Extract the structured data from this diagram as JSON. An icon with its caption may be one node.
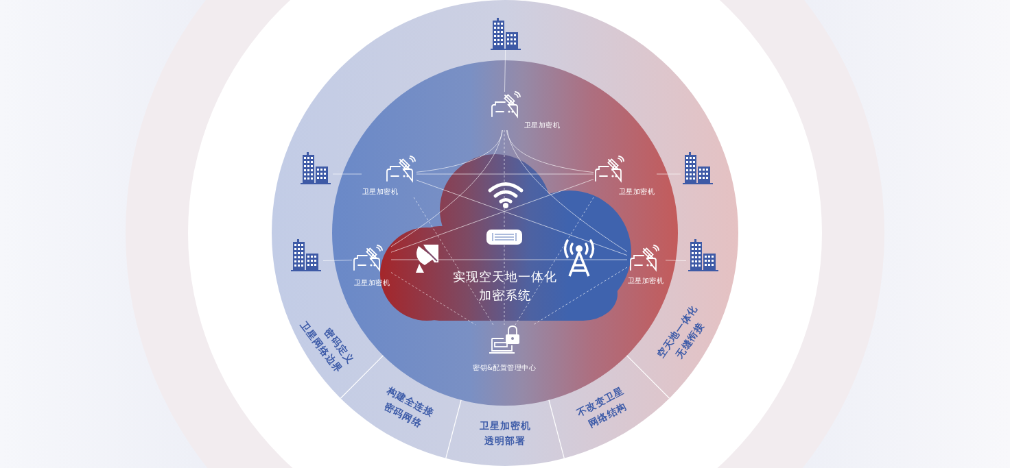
{
  "diagram": {
    "nodes": [
      {
        "text": [
          "卫星加密机"
        ]
      },
      {
        "text": [
          "卫星加密机"
        ]
      },
      {
        "text": [
          "卫星加密机"
        ]
      },
      {
        "text": [
          "卫星加密机"
        ]
      },
      {
        "text": [
          "卫星加密机"
        ]
      },
      {
        "text": [
          "密钥&配置管理中心"
        ]
      },
      {
        "text": [],
        "shape": "building"
      },
      {
        "text": [],
        "shape": "building"
      },
      {
        "text": [],
        "shape": "building"
      },
      {
        "text": [],
        "shape": "building"
      },
      {
        "text": [],
        "shape": "building"
      }
    ],
    "edges": [
      {
        "from": 0,
        "to": 1,
        "arrow": "none"
      },
      {
        "from": 0,
        "to": 2,
        "arrow": "none"
      },
      {
        "from": 0,
        "to": 3,
        "arrow": "none"
      },
      {
        "from": 0,
        "to": 4,
        "arrow": "none"
      },
      {
        "from": 1,
        "to": 2,
        "arrow": "none"
      },
      {
        "from": 1,
        "to": 4,
        "arrow": "none"
      },
      {
        "from": 2,
        "to": 3,
        "arrow": "none"
      },
      {
        "from": 3,
        "to": 4,
        "arrow": "none"
      },
      {
        "from": 0,
        "to": 5,
        "arrow": "none",
        "style": "dashed"
      },
      {
        "from": 1,
        "to": 5,
        "arrow": "none",
        "style": "dashed"
      },
      {
        "from": 2,
        "to": 5,
        "arrow": "none",
        "style": "dashed"
      },
      {
        "from": 3,
        "to": 5,
        "arrow": "none",
        "style": "dashed"
      },
      {
        "from": 4,
        "to": 5,
        "arrow": "none",
        "style": "dashed"
      },
      {
        "from": 6,
        "to": 0,
        "arrow": "none"
      },
      {
        "from": 7,
        "to": 1,
        "arrow": "none"
      },
      {
        "from": 8,
        "to": 2,
        "arrow": "none"
      },
      {
        "from": 9,
        "to": 3,
        "arrow": "none"
      },
      {
        "from": 10,
        "to": 4,
        "arrow": "none"
      }
    ],
    "labels": [
      "实现空天地一体化加密系统",
      "密码定义卫星网络边界",
      "构建全连接密码网络",
      "卫星加密机透明部署",
      "不改变卫星网络结构",
      "空天地一体化无缝衔接"
    ]
  }
}
